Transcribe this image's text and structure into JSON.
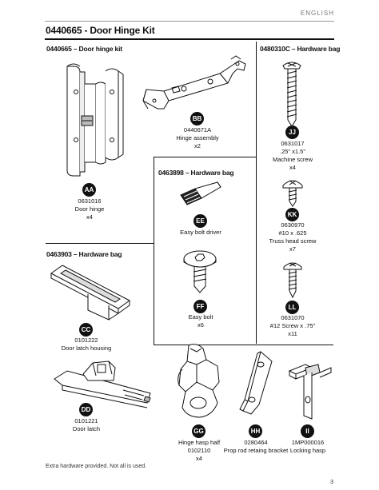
{
  "header": {
    "language": "ENGLISH",
    "title": "0440665 - Door Hinge Kit"
  },
  "sections": {
    "hinge_kit": "0440665 – Door hinge kit",
    "bag_0480310c": "0480310C – Hardware bag",
    "bag_0463898": "0463898 – Hardware bag",
    "bag_0463903": "0463903 – Hardware bag"
  },
  "parts": {
    "aa": {
      "badge": "AA",
      "part_no": "0631016",
      "name": "Door hinge",
      "qty": "x4"
    },
    "bb": {
      "badge": "BB",
      "part_no": "0440671A",
      "name": "Hinge assembly",
      "qty": "x2"
    },
    "jj": {
      "badge": "JJ",
      "part_no": "0631017",
      "name": ".25\" x1.5\"",
      "name2": "Machine screw",
      "qty": "x4"
    },
    "ee": {
      "badge": "EE",
      "name": "Easy bolt driver"
    },
    "kk": {
      "badge": "KK",
      "part_no": "0630970",
      "name": "#10 x .625",
      "name2": "Truss head screw",
      "qty": "x7"
    },
    "ff": {
      "badge": "FF",
      "name": "Easy bolt",
      "qty": "x6"
    },
    "ll": {
      "badge": "LL",
      "part_no": "0631070",
      "name": "#12 Screw x .75\"",
      "qty": "x11"
    },
    "cc": {
      "badge": "CC",
      "part_no": "0101222",
      "name": "Door latch housing"
    },
    "dd": {
      "badge": "DD",
      "part_no": "0101221",
      "name": "Door latch"
    },
    "gg": {
      "badge": "GG",
      "name": "Hinge hasp half",
      "part_no": "0102110",
      "qty": "x4"
    },
    "hh": {
      "badge": "HH",
      "part_no": "0280464",
      "name": "Prop rod retaing bracket"
    },
    "ii": {
      "badge": "II",
      "part_no": "1MP000016",
      "name": "Locking hasp"
    }
  },
  "footer": {
    "note": "Extra hardware provided. Not all is used.",
    "page": "3"
  }
}
